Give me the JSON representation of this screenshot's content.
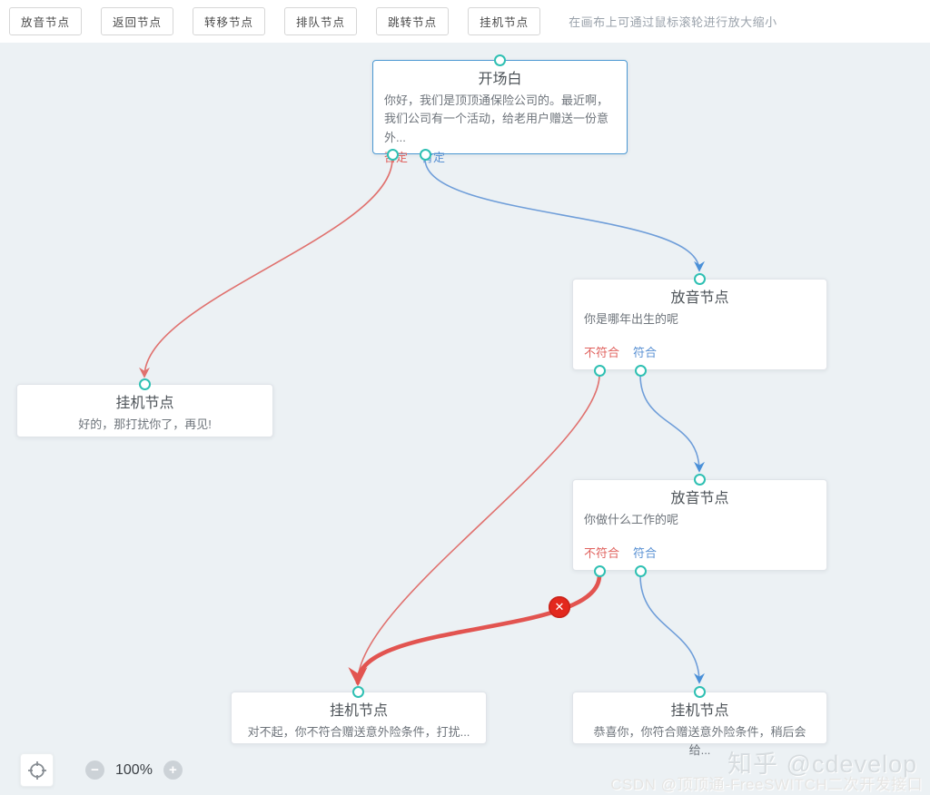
{
  "toolbar": {
    "buttons": [
      "放音节点",
      "返回节点",
      "转移节点",
      "排队节点",
      "跳转节点",
      "挂机节点"
    ],
    "hint": "在画布上可通过鼠标滚轮进行放大缩小"
  },
  "nodes": [
    {
      "id": "opening",
      "title": "开场白",
      "body": "你好，我们是顶顶通保险公司的。最近啊，我们公司有一个活动，给老用户赠送一份意外...",
      "outputs": [
        {
          "label": "否定",
          "type": "negative"
        },
        {
          "label": "肯定",
          "type": "positive"
        }
      ],
      "selected": true
    },
    {
      "id": "play1",
      "title": "放音节点",
      "body": "你是哪年出生的呢",
      "outputs": [
        {
          "label": "不符合",
          "type": "negative"
        },
        {
          "label": "符合",
          "type": "positive"
        }
      ],
      "selected": false
    },
    {
      "id": "hangup-left",
      "title": "挂机节点",
      "body": "好的，那打扰你了，再见!",
      "outputs": [],
      "selected": false
    },
    {
      "id": "play2",
      "title": "放音节点",
      "body": "你做什么工作的呢",
      "outputs": [
        {
          "label": "不符合",
          "type": "negative"
        },
        {
          "label": "符合",
          "type": "positive"
        }
      ],
      "selected": false
    },
    {
      "id": "hangup-center",
      "title": "挂机节点",
      "body": "对不起，你不符合赠送意外险条件，打扰...",
      "outputs": [],
      "selected": false
    },
    {
      "id": "hangup-right",
      "title": "挂机节点",
      "body": "恭喜你，你符合赠送意外险条件，稍后会给...",
      "outputs": [],
      "selected": false
    }
  ],
  "edges": [
    {
      "from": "opening.否定",
      "to": "hangup-left",
      "color": "red",
      "selected": false
    },
    {
      "from": "opening.肯定",
      "to": "play1",
      "color": "blue",
      "selected": false
    },
    {
      "from": "play1.不符合",
      "to": "hangup-center",
      "color": "red",
      "selected": false
    },
    {
      "from": "play1.符合",
      "to": "play2",
      "color": "blue",
      "selected": false
    },
    {
      "from": "play2.不符合",
      "to": "hangup-center",
      "color": "red",
      "selected": true,
      "delete_icon": "✕"
    },
    {
      "from": "play2.符合",
      "to": "hangup-right",
      "color": "blue",
      "selected": false
    }
  ],
  "zoom": {
    "level": "100%",
    "minus": "−",
    "plus": "+"
  },
  "watermarks": {
    "line1": "知乎 @cdevelop",
    "line2": "CSDN @顶顶通-FreeSWITCH二次开发接口"
  },
  "colors": {
    "edge_red": "#e0716e",
    "edge_red_selected": "#e25450",
    "edge_blue": "#6f9ed9",
    "port_ring": "#2fc0b3",
    "selected_node_border": "#4a97d2",
    "canvas_bg": "#ecf1f4"
  }
}
